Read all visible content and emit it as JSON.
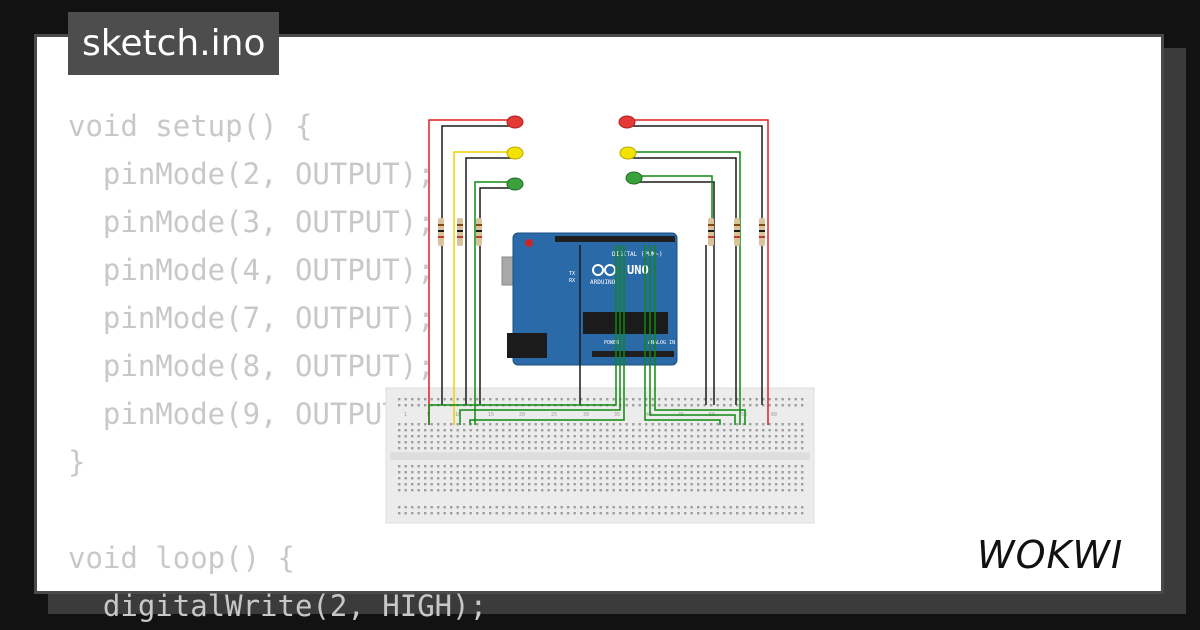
{
  "tab": {
    "label": "sketch.ino"
  },
  "code": {
    "lines": [
      "void setup() {",
      "  pinMode(2, OUTPUT);",
      "  pinMode(3, OUTPUT);",
      "  pinMode(4, OUTPUT);",
      "  pinMode(7, OUTPUT);",
      "  pinMode(8, OUTPUT);",
      "  pinMode(9, OUTPUT);",
      "}",
      "",
      "void loop() {",
      "  digitalWrite(2, HIGH);"
    ]
  },
  "brand": {
    "logo_text": "WOKWI"
  },
  "arduino": {
    "model_label": "UNO",
    "brand_label": "ARDUINO",
    "digital_label": "DIGITAL (PWM~)",
    "power_label": "POWER",
    "analog_label": "ANALOG IN",
    "tx_label": "TX",
    "rx_label": "RX"
  },
  "breadboard": {
    "column_numbers": [
      "1",
      "5",
      "10",
      "15",
      "20",
      "25",
      "30",
      "35",
      "40",
      "45",
      "50",
      "55",
      "60"
    ]
  },
  "colors": {
    "red_led": "#e53935",
    "yellow_led": "#f2e200",
    "green_led": "#3aa23a",
    "board_blue": "#2b6aa8",
    "wire_red": "#e02020",
    "wire_black": "#1a1a1a",
    "wire_green": "#0f8a0f",
    "wire_yellow": "#f0d000"
  }
}
